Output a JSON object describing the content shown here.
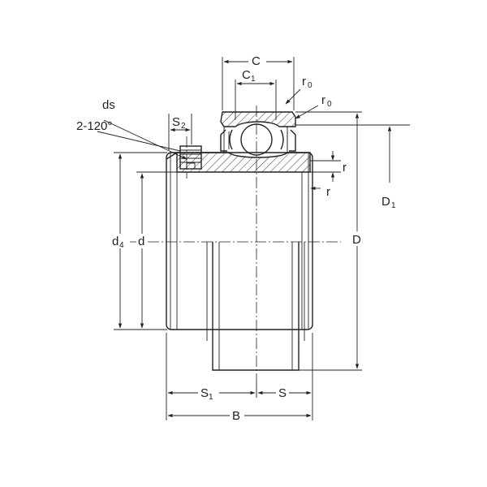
{
  "colors": {
    "line": "#222222",
    "background": "#ffffff"
  },
  "labels": {
    "C": "C",
    "C1_main": "C",
    "C1_sub": "1",
    "r0_top_main": "r",
    "r0_top_sub": "0",
    "r0_bottom_main": "r",
    "r0_bottom_sub": "0",
    "ds": "ds",
    "angle": "2-120°",
    "S2_main": "S",
    "S2_sub": "2",
    "r_top": "r",
    "r_bottom": "r",
    "D1_main": "D",
    "D1_sub": "1",
    "D": "D",
    "d4_main": "d",
    "d4_sub": "4",
    "d": "d",
    "S1_main": "S",
    "S1_sub": "1",
    "S": "S",
    "B": "B"
  }
}
